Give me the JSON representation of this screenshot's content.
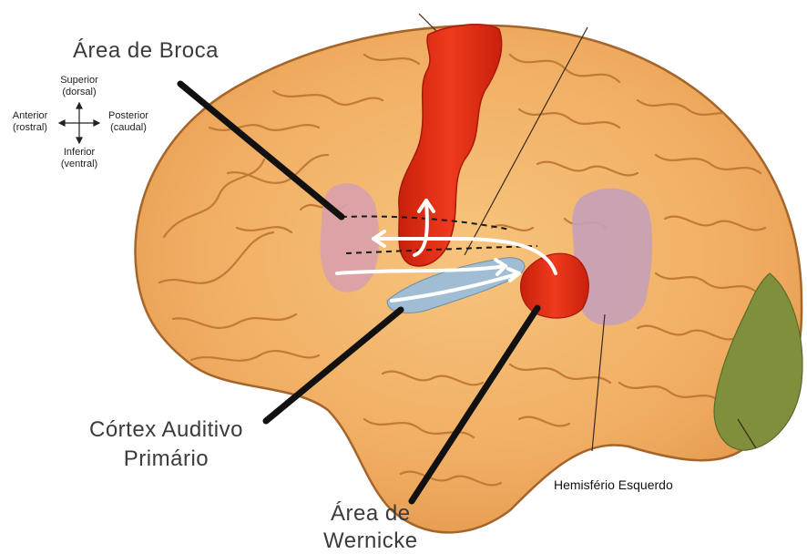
{
  "labels": {
    "broca": "Área de Broca",
    "auditory_line1": "Córtex Auditivo",
    "auditory_line2": "Primário",
    "wernicke_line1": "Área de",
    "wernicke_line2": "Wernicke",
    "hemisphere": "Hemisfério Esquerdo"
  },
  "compass": {
    "superior_line1": "Superior",
    "superior_line2": "(dorsal)",
    "inferior_line1": "Inferior",
    "inferior_line2": "(ventral)",
    "anterior_line1": "Anterior",
    "anterior_line2": "(rostral)",
    "posterior_line1": "Posterior",
    "posterior_line2": "(caudal)"
  },
  "colors": {
    "cortex": "#f2b56b",
    "cortex_shadow": "#d98a3c",
    "motor_strip": "#e8341a",
    "broca_area": "#d99aa8",
    "wernicke_zone": "#c7a0b8",
    "auditory_cortex": "#9ab8d0",
    "wernicke_area": "#ee3d17",
    "occipital": "#7d8d3a",
    "pointer": "#111111",
    "arrow": "#ffffff"
  }
}
